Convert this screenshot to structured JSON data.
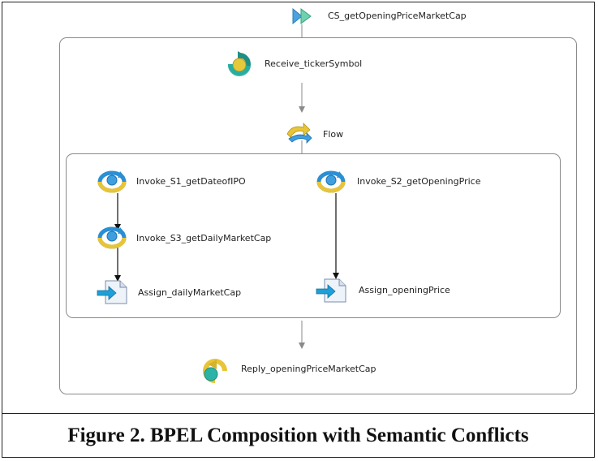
{
  "diagram": {
    "start": {
      "label": "CS_getOpeningPriceMarketCap",
      "icon": "start-flag-icon"
    },
    "receive": {
      "label": "Receive_tickerSymbol",
      "icon": "receive-icon"
    },
    "flow": {
      "label": "Flow",
      "icon": "flow-icon"
    },
    "invoke_s1": {
      "label": "Invoke_S1_getDateofIPO",
      "icon": "invoke-icon"
    },
    "invoke_s2": {
      "label": "Invoke_S2_getOpeningPrice",
      "icon": "invoke-icon"
    },
    "invoke_s3": {
      "label": "Invoke_S3_getDailyMarketCap",
      "icon": "invoke-icon"
    },
    "assign_daily": {
      "label": "Assign_dailyMarketCap",
      "icon": "assign-icon"
    },
    "assign_opening": {
      "label": "Assign_openingPrice",
      "icon": "assign-icon"
    },
    "reply": {
      "label": "Reply_openingPriceMarketCap",
      "icon": "reply-icon"
    }
  },
  "caption": "Figure 2.  BPEL Composition with Semantic Conflicts",
  "colors": {
    "arrow_gray": "#8a8a8a",
    "arrow_black": "#111111",
    "accent_teal": "#2bb3a6",
    "accent_blue": "#2a7fd4",
    "accent_yellow": "#e8c437"
  }
}
